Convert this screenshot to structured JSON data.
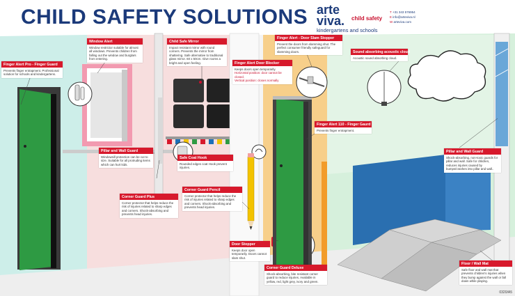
{
  "title": "CHILD SAFETY SOLUTIONS",
  "brand": {
    "line1": "arte",
    "line2": "viva.",
    "tagline": "child safety",
    "subline": "kindergartens and schools"
  },
  "contact": {
    "phone": "+31 343 576954",
    "email": "info@arteviva.nl",
    "website": "arteviva.com"
  },
  "callouts": {
    "finger_alert_pro": {
      "title": "Finger Alert Pro - Finger Guard",
      "text": "Prevents finger entrapment. Professional solution for schools and kindergartens."
    },
    "window_alert": {
      "title": "Window Alert",
      "text": "Window restrictor suitable for almost all windows. Prevents children from falling out the window and burglars from entering."
    },
    "child_safe_mirror": {
      "title": "Child Safe Mirror",
      "text": "Impact resistant mirror with round corners. Prevents the mirror from shattering. Safe alternative to traditional glass mirror. 60 x 50cm. Give rooms a bright and open feeling."
    },
    "door_slam_stopper": {
      "title": "Finger Alert - Door Slam Stopper",
      "text": "Prevent the doors from slamming shut. The perfect consumer friendly safeguard for slamming doors."
    },
    "door_blocker": {
      "title": "Finger Alert Door Blocker",
      "text": "Keeps doors open temporarily.",
      "horizontal": "Horizontal position: door cannot be closed.",
      "vertical": "Vertical position: closes normally"
    },
    "acoustic_cloud": {
      "title": "Sound absorbing acoustic cloud",
      "text": "Acoustic sound absorbing cloud."
    },
    "finger_alert_110": {
      "title": "Finger Alert 110 - Finger Gaurd",
      "text": "Prevents finger entrapment."
    },
    "pillar_guard_left": {
      "title": "Pillar and Wall Guard",
      "text": "Windowsill protection can be cut to size. Suitable for all protruding items which can hurt kids."
    },
    "safe_coat_hook": {
      "title": "Safe Coat Hook",
      "text": "Rounded edges coat Hook prevent injuries."
    },
    "pillar_guard_right": {
      "title": "Pillar and Wall Guard",
      "text": "Shock-absorbing, non-toxic guards for pillar and wall. Safe for children, reduces injuries caused by bumps/crashes into pillar and wall.."
    },
    "corner_guard_plus": {
      "title": "Corner Guard Plus",
      "text": "Corner protector that helps reduce the risk of injuries related to sharp edges and corners. Shock-absorbing and prevents head injuries."
    },
    "corner_guard_pencil": {
      "title": "Corner Guard Pencil",
      "text": "Corner protector that helps reduce the risk of injuries related to sharp edges and corners. Shock-absorbing and prevents head injuries."
    },
    "door_stopper": {
      "title": "Door Stopper",
      "text": "Keeps door open temporarily. Doors cannot slam shut."
    },
    "corner_guard_deluxe": {
      "title": "Corner Guard Deluxe",
      "text": "Shock-absorbing, bite resistant corner guard to reduce injuries. Available in yellow, red, light grey, ivory and green."
    },
    "floor_wall_mat": {
      "title": "Floor / Wall Mat",
      "text": "Safe floor and wall mat that prevents children's injuries when they bump against the wall or fall down while playing."
    }
  },
  "code": "0320/A5",
  "colors": {
    "brand_blue": "#1b3a7a",
    "accent_red": "#d7192c",
    "door_green": "#2e9a43",
    "wall_cyan": "#cdeee9",
    "wall_pink": "#f7dede",
    "wall_orange": "#f7cf8a",
    "mat_blue": "#2a6fb0"
  }
}
